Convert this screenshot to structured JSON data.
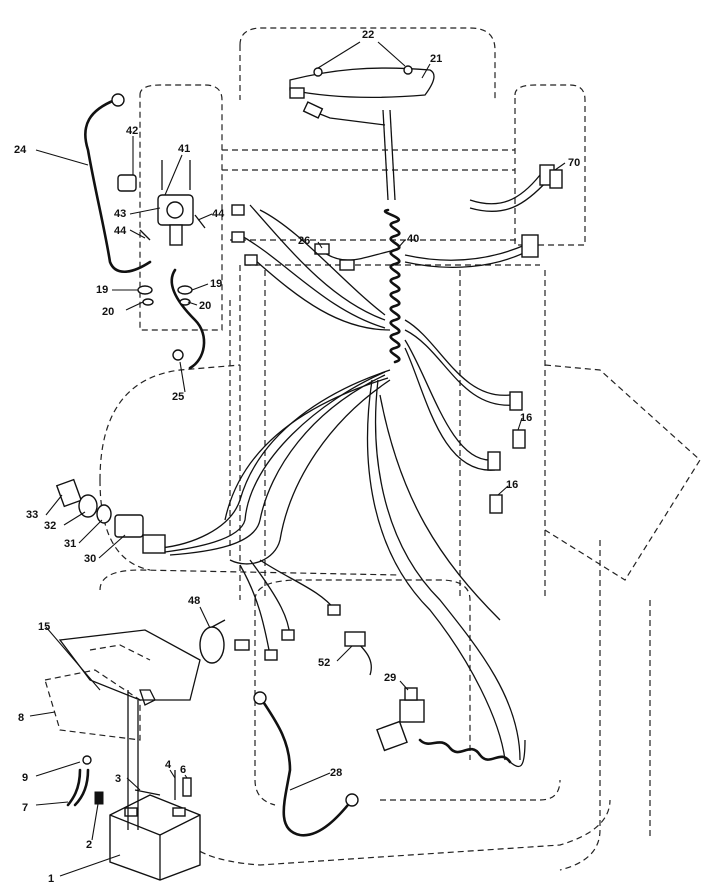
{
  "callouts": [
    {
      "id": "c1",
      "text": "1"
    },
    {
      "id": "c2",
      "text": "2"
    },
    {
      "id": "c3",
      "text": "3"
    },
    {
      "id": "c4",
      "text": "4"
    },
    {
      "id": "c6",
      "text": "6"
    },
    {
      "id": "c7",
      "text": "7"
    },
    {
      "id": "c8",
      "text": "8"
    },
    {
      "id": "c9",
      "text": "9"
    },
    {
      "id": "c15",
      "text": "15"
    },
    {
      "id": "c16a",
      "text": "16"
    },
    {
      "id": "c16b",
      "text": "16"
    },
    {
      "id": "c19a",
      "text": "19"
    },
    {
      "id": "c19b",
      "text": "19"
    },
    {
      "id": "c20a",
      "text": "20"
    },
    {
      "id": "c20b",
      "text": "20"
    },
    {
      "id": "c21",
      "text": "21"
    },
    {
      "id": "c22",
      "text": "22"
    },
    {
      "id": "c24",
      "text": "24"
    },
    {
      "id": "c25",
      "text": "25"
    },
    {
      "id": "c26",
      "text": "26"
    },
    {
      "id": "c28",
      "text": "28"
    },
    {
      "id": "c29",
      "text": "29"
    },
    {
      "id": "c30",
      "text": "30"
    },
    {
      "id": "c31",
      "text": "31"
    },
    {
      "id": "c32",
      "text": "32"
    },
    {
      "id": "c33",
      "text": "33"
    },
    {
      "id": "c40",
      "text": "40"
    },
    {
      "id": "c41",
      "text": "41"
    },
    {
      "id": "c42",
      "text": "42"
    },
    {
      "id": "c43",
      "text": "43"
    },
    {
      "id": "c44a",
      "text": "44"
    },
    {
      "id": "c44b",
      "text": "44"
    },
    {
      "id": "c48",
      "text": "48"
    },
    {
      "id": "c52",
      "text": "52"
    },
    {
      "id": "c70",
      "text": "70"
    }
  ]
}
